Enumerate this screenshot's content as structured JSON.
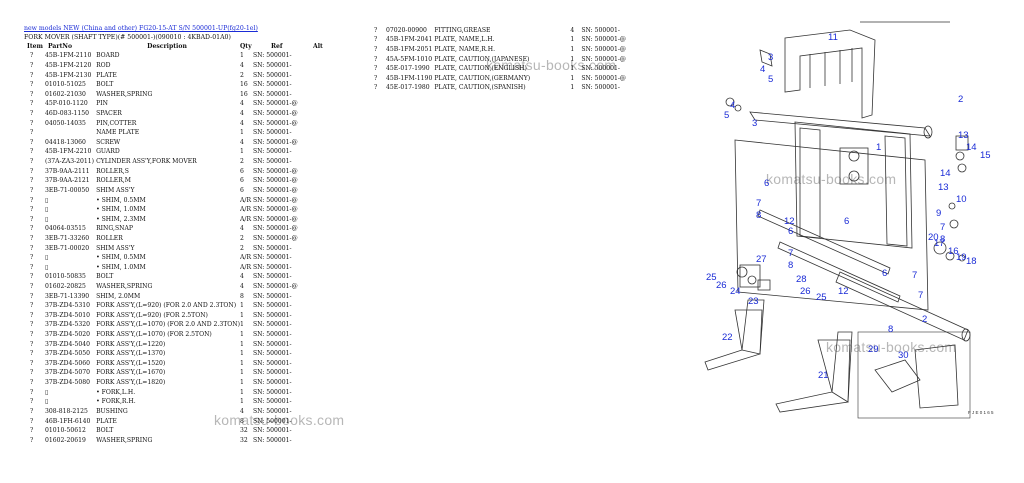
{
  "header": {
    "link": "new models NEW (China and other) FG20-15-AT S/N 500001-UP(fg20-1el)",
    "title": "FORK MOVER (SHAFT TYPE)(# 500001-)(090010 : 4KBAD-01A0)"
  },
  "columns": {
    "item": "Item",
    "part": "PartNo",
    "desc": "Description",
    "qty": "Qty",
    "ref": "Ref",
    "alt": "Alt"
  },
  "left_rows": [
    {
      "item": "?",
      "part": "45B-1FM-2110",
      "desc": "BOARD",
      "qty": "1",
      "ref": "SN: 500001-"
    },
    {
      "item": "?",
      "part": "45B-1FM-2120",
      "desc": "ROD",
      "qty": "4",
      "ref": "SN: 500001-"
    },
    {
      "item": "?",
      "part": "45B-1FM-2130",
      "desc": "PLATE",
      "qty": "2",
      "ref": "SN: 500001-"
    },
    {
      "item": "?",
      "part": "01010-51025",
      "desc": "BOLT",
      "qty": "16",
      "ref": "SN: 500001-"
    },
    {
      "item": "?",
      "part": "01602-21030",
      "desc": "WASHER,SPRING",
      "qty": "16",
      "ref": "SN: 500001-"
    },
    {
      "item": "?",
      "part": "45P-010-1120",
      "desc": "PIN",
      "qty": "4",
      "ref": "SN: 500001-@"
    },
    {
      "item": "?",
      "part": "46D-083-1150",
      "desc": "SPACER",
      "qty": "4",
      "ref": "SN: 500001-@"
    },
    {
      "item": "?",
      "part": "04050-14035",
      "desc": "PIN,COTTER",
      "qty": "4",
      "ref": "SN: 500001-@"
    },
    {
      "item": "?",
      "part": "",
      "desc": "NAME PLATE",
      "qty": "1",
      "ref": "SN: 500001-"
    },
    {
      "item": "?",
      "part": "04418-13060",
      "desc": "SCREW",
      "qty": "4",
      "ref": "SN: 500001-@"
    },
    {
      "item": "?",
      "part": "45B-1FM-2210",
      "desc": "GUARD",
      "qty": "1",
      "ref": "SN: 500001-"
    },
    {
      "item": "?",
      "part": "(37A-ZA3-2011)",
      "desc": "CYLINDER ASS'Y,FORK MOVER",
      "qty": "2",
      "ref": "SN: 500001-"
    },
    {
      "item": "?",
      "part": "37B-9AA-2111",
      "desc": "ROLLER,S",
      "qty": "6",
      "ref": "SN: 500001-@"
    },
    {
      "item": "?",
      "part": "37B-9AA-2121",
      "desc": "ROLLER,M",
      "qty": "6",
      "ref": "SN: 500001-@"
    },
    {
      "item": "?",
      "part": "3EB-71-00050",
      "desc": "SHIM ASS'Y",
      "qty": "6",
      "ref": "SN: 500001-@"
    },
    {
      "item": "?",
      "part": "▯",
      "desc": "• SHIM, 0.5MM",
      "qty": "A/R",
      "ref": "SN: 500001-@"
    },
    {
      "item": "?",
      "part": "▯",
      "desc": "• SHIM, 1.0MM",
      "qty": "A/R",
      "ref": "SN: 500001-@"
    },
    {
      "item": "?",
      "part": "▯",
      "desc": "• SHIM, 2.3MM",
      "qty": "A/R",
      "ref": "SN: 500001-@"
    },
    {
      "item": "?",
      "part": "04064-03515",
      "desc": "RING,SNAP",
      "qty": "4",
      "ref": "SN: 500001-@"
    },
    {
      "item": "?",
      "part": "3EB-71-33260",
      "desc": "ROLLER",
      "qty": "2",
      "ref": "SN: 500001-@"
    },
    {
      "item": "?",
      "part": "3EB-71-00020",
      "desc": "SHIM ASS'Y",
      "qty": "2",
      "ref": "SN: 500001-"
    },
    {
      "item": "?",
      "part": "▯",
      "desc": "• SHIM, 0.5MM",
      "qty": "A/R",
      "ref": "SN: 500001-"
    },
    {
      "item": "?",
      "part": "▯",
      "desc": "• SHIM, 1.0MM",
      "qty": "A/R",
      "ref": "SN: 500001-"
    },
    {
      "item": "?",
      "part": "01010-50835",
      "desc": "BOLT",
      "qty": "4",
      "ref": "SN: 500001-"
    },
    {
      "item": "?",
      "part": "01602-20825",
      "desc": "WASHER,SPRING",
      "qty": "4",
      "ref": "SN: 500001-@"
    },
    {
      "item": "?",
      "part": "3EB-71-13390",
      "desc": "SHIM, 2.0MM",
      "qty": "8",
      "ref": "SN: 500001-"
    },
    {
      "item": "?",
      "part": "37B-ZD4-5310",
      "desc": "FORK ASS'Y,(L=920) (FOR 2.0 AND 2.3TON)",
      "qty": "1",
      "ref": "SN: 500001-"
    },
    {
      "item": "?",
      "part": "37B-ZD4-5010",
      "desc": "FORK ASS'Y,(L=920) (FOR 2.5TON)",
      "qty": "1",
      "ref": "SN: 500001-"
    },
    {
      "item": "?",
      "part": "37B-ZD4-5320",
      "desc": "FORK ASS'Y,(L=1070) (FOR 2.0 AND 2.3TON)",
      "qty": "1",
      "ref": "SN: 500001-"
    },
    {
      "item": "?",
      "part": "37B-ZD4-5020",
      "desc": "FORK ASS'Y,(L=1070) (FOR 2.5TON)",
      "qty": "1",
      "ref": "SN: 500001-"
    },
    {
      "item": "?",
      "part": "37B-ZD4-5040",
      "desc": "FORK ASS'Y,(L=1220)",
      "qty": "1",
      "ref": "SN: 500001-"
    },
    {
      "item": "?",
      "part": "37B-ZD4-5050",
      "desc": "FORK ASS'Y,(L=1370)",
      "qty": "1",
      "ref": "SN: 500001-"
    },
    {
      "item": "?",
      "part": "37B-ZD4-5060",
      "desc": "FORK ASS'Y,(L=1520)",
      "qty": "1",
      "ref": "SN: 500001-"
    },
    {
      "item": "?",
      "part": "37B-ZD4-5070",
      "desc": "FORK ASS'Y,(L=1670)",
      "qty": "1",
      "ref": "SN: 500001-"
    },
    {
      "item": "?",
      "part": "37B-ZD4-5080",
      "desc": "FORK ASS'Y,(L=1820)",
      "qty": "1",
      "ref": "SN: 500001-"
    },
    {
      "item": "?",
      "part": "▯",
      "desc": "• FORK,L.H.",
      "qty": "1",
      "ref": "SN: 500001-"
    },
    {
      "item": "?",
      "part": "▯",
      "desc": "• FORK,R.H.",
      "qty": "1",
      "ref": "SN: 500001-"
    },
    {
      "item": "?",
      "part": "308-818-2125",
      "desc": "BUSHING",
      "qty": "4",
      "ref": "SN: 500001-"
    },
    {
      "item": "?",
      "part": "46B-1FH-6140",
      "desc": "PLATE",
      "qty": "8",
      "ref": "SN: 500001-"
    },
    {
      "item": "?",
      "part": "01010-50612",
      "desc": "BOLT",
      "qty": "32",
      "ref": "SN: 500001-"
    },
    {
      "item": "?",
      "part": "01602-20619",
      "desc": "WASHER,SPRING",
      "qty": "32",
      "ref": "SN: 500001-"
    }
  ],
  "right_rows": [
    {
      "item": "?",
      "part": "07020-00900",
      "desc": "FITTING,GREASE",
      "qty": "4",
      "ref": "SN: 500001-"
    },
    {
      "item": "?",
      "part": "45B-1FM-2041",
      "desc": "PLATE, NAME,L.H.",
      "qty": "1",
      "ref": "SN: 500001-@"
    },
    {
      "item": "?",
      "part": "45B-1FM-2051",
      "desc": "PLATE, NAME,R.H.",
      "qty": "1",
      "ref": "SN: 500001-@"
    },
    {
      "item": "?",
      "part": "45A-5FM-1010",
      "desc": "PLATE, CAUTION,(JAPANESE)",
      "qty": "1",
      "ref": "SN: 500001-@"
    },
    {
      "item": "?",
      "part": "45E-017-1990",
      "desc": "PLATE, CAUTION,(ENGLISH)",
      "qty": "1",
      "ref": "SN: 500001-"
    },
    {
      "item": "?",
      "part": "45B-1FM-1190",
      "desc": "PLATE, CAUTION,(GERMANY)",
      "qty": "1",
      "ref": "SN: 500001-@"
    },
    {
      "item": "?",
      "part": "45E-017-1980",
      "desc": "PLATE, CAUTION,(SPANISH)",
      "qty": "1",
      "ref": "SN: 500001-"
    }
  ],
  "watermark": "komatsu-books.com",
  "diagram": {
    "code": "F J E 0 1 6 5",
    "callouts": [
      "1",
      "2",
      "3",
      "4",
      "5",
      "6",
      "7",
      "8",
      "9",
      "10",
      "11",
      "12",
      "13",
      "14",
      "15",
      "16",
      "17",
      "18",
      "19",
      "20",
      "21",
      "22",
      "23",
      "24",
      "25",
      "26",
      "27",
      "28",
      "29",
      "30"
    ]
  },
  "colors": {
    "link": "#1a2bd6",
    "callout": "#1a2bd6",
    "watermark": "#b7b7b7",
    "line": "#333333"
  }
}
